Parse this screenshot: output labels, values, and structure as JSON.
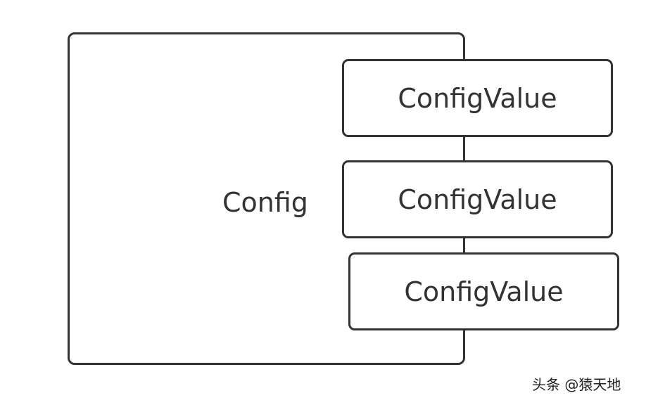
{
  "diagram": {
    "container": {
      "label": "Config"
    },
    "children": [
      {
        "label": "ConfigValue"
      },
      {
        "label": "ConfigValue"
      },
      {
        "label": "ConfigValue"
      }
    ]
  },
  "watermark": {
    "text": "头条 @猿天地"
  }
}
